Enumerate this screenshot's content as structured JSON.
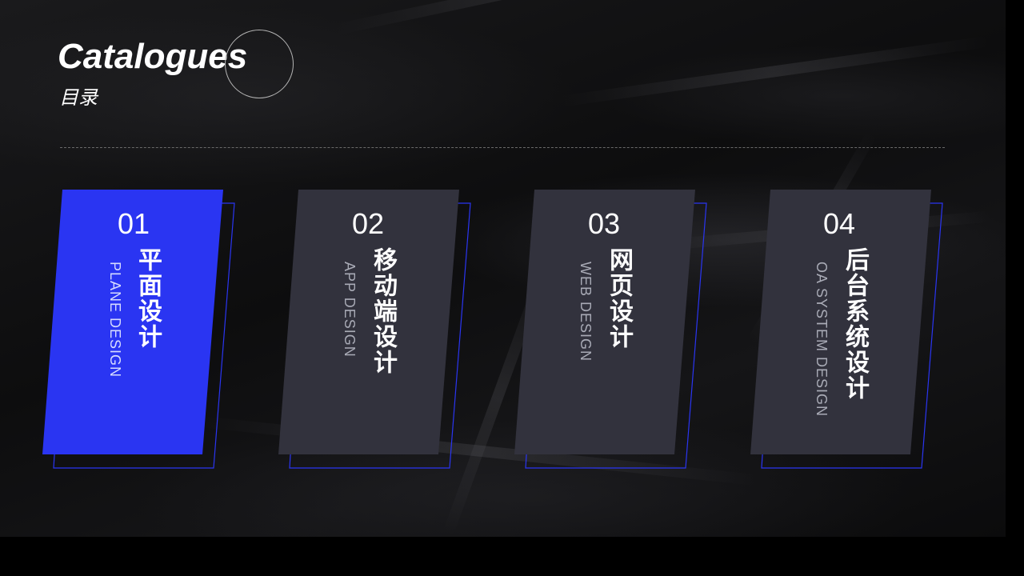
{
  "header": {
    "title": "Catalogues",
    "subtitle": "目录"
  },
  "colors": {
    "accent": "#2a35f2",
    "card_gray": "#32323d",
    "outline_blue": "#2a35f2",
    "background": "#121214"
  },
  "items": [
    {
      "number": "01",
      "title_cn": "平面设计",
      "title_en": "PLANE DESIGN",
      "active": true
    },
    {
      "number": "02",
      "title_cn": "移动端设计",
      "title_en": "APP DESIGN",
      "active": false
    },
    {
      "number": "03",
      "title_cn": "网页设计",
      "title_en": "WEB DESIGN",
      "active": false
    },
    {
      "number": "04",
      "title_cn": "后台系统设计",
      "title_en": "OA SYSTEM DESIGN",
      "active": false
    }
  ]
}
